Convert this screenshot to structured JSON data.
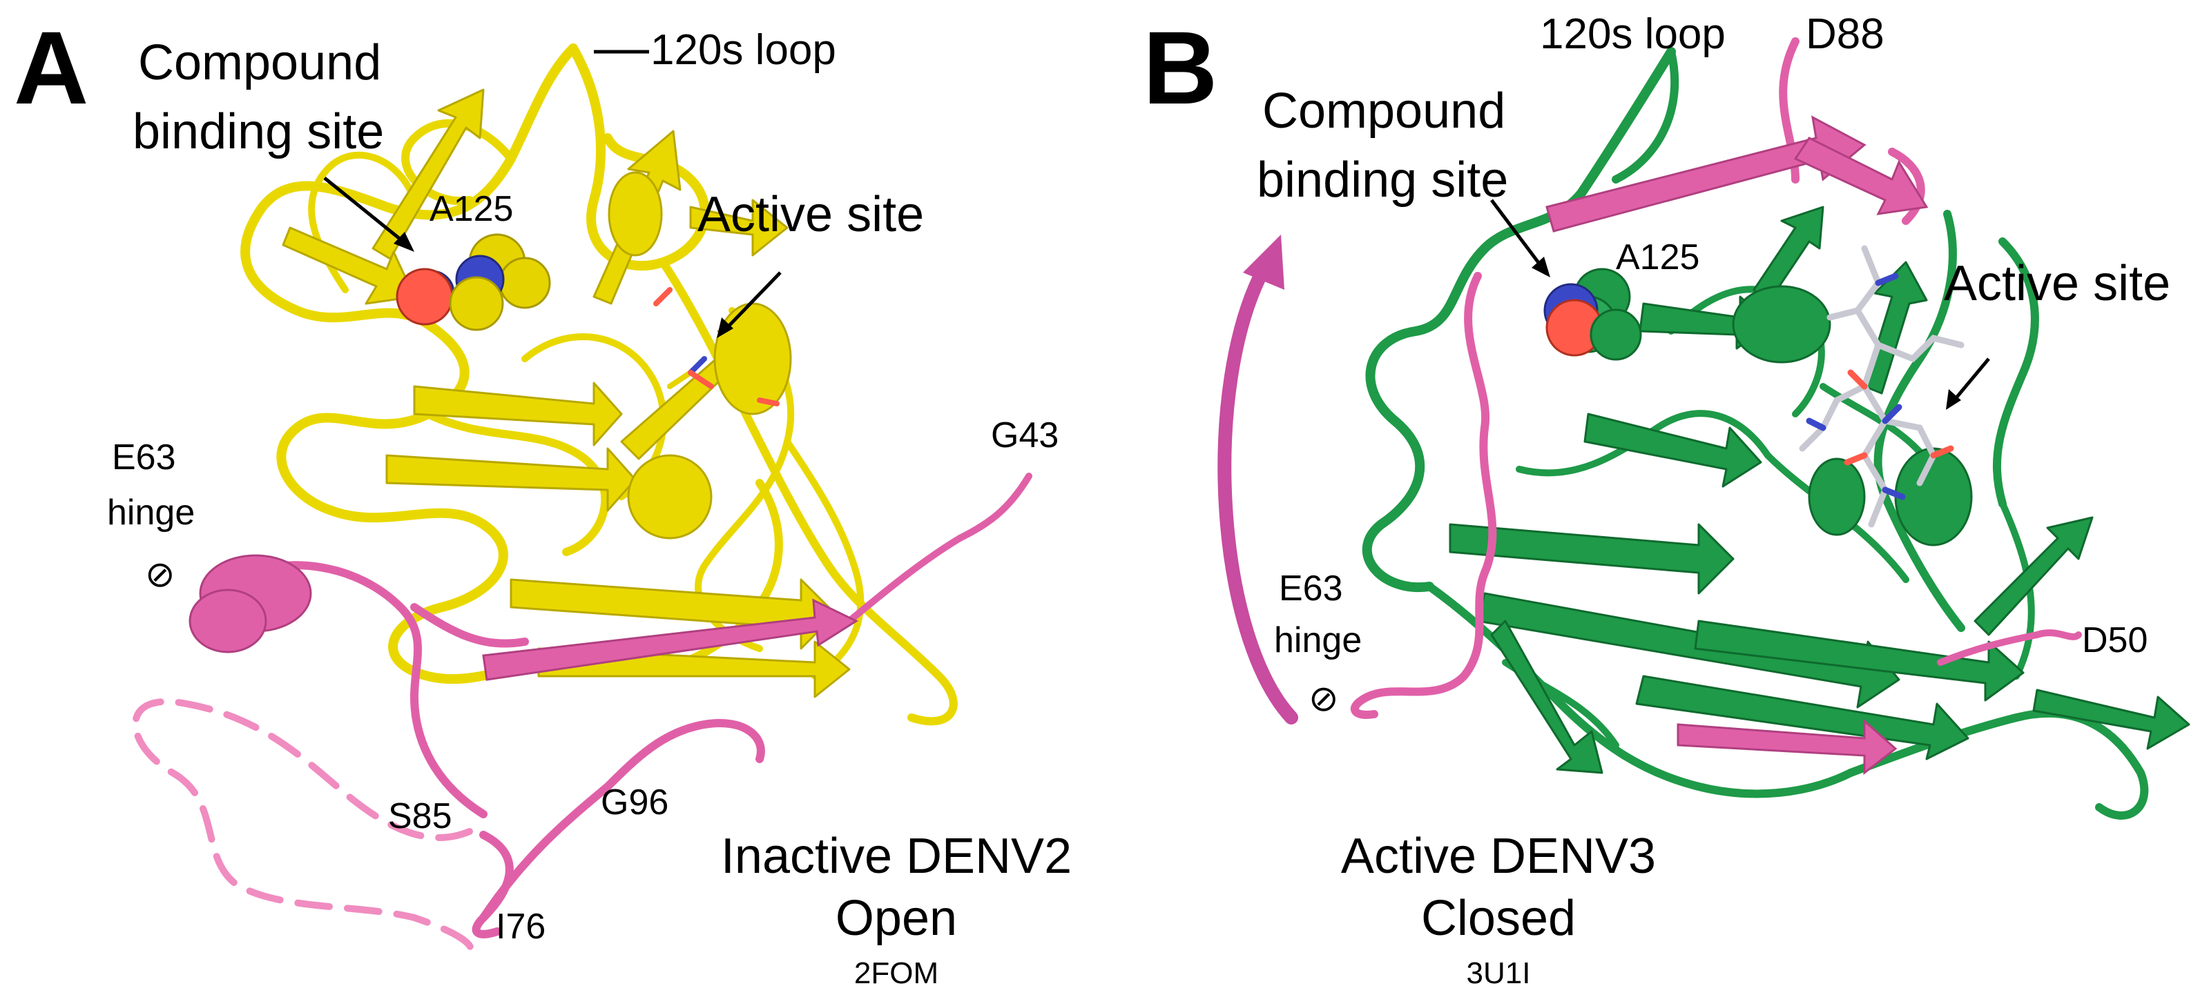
{
  "panels": [
    {
      "letter": "A",
      "labels": {
        "loop": "120s loop",
        "compound_line1": "Compound",
        "compound_line2": "binding site",
        "residue_a125": "A125",
        "active_site": "Active site",
        "hinge_line1": "E63",
        "hinge_line2": "hinge",
        "g43": "G43",
        "s85": "S85",
        "g96": "G96",
        "i76": "I76",
        "state_line1": "Inactive DENV2",
        "state_line2": "Open",
        "pdb_id": "2FOM"
      }
    },
    {
      "letter": "B",
      "labels": {
        "loop": "120s loop",
        "d88": "D88",
        "compound_line1": "Compound",
        "compound_line2": "binding site",
        "residue_a125": "A125",
        "active_site": "Active site",
        "hinge_line1": "E63",
        "hinge_line2": "hinge",
        "d50": "D50",
        "state_line1": "Active DENV3",
        "state_line2": "Closed",
        "pdb_id": "3U1I"
      }
    }
  ],
  "hinge_symbol": "⊘",
  "colors": {
    "inactive_protein": "#f0e000",
    "active_protein": "#1e9a48",
    "flexible_region": "#e060a8",
    "disordered_region": "#f08cc0",
    "ligand": "#c8c8d2",
    "oxygen": "#ff5a4a",
    "nitrogen": "#3a48c8"
  }
}
